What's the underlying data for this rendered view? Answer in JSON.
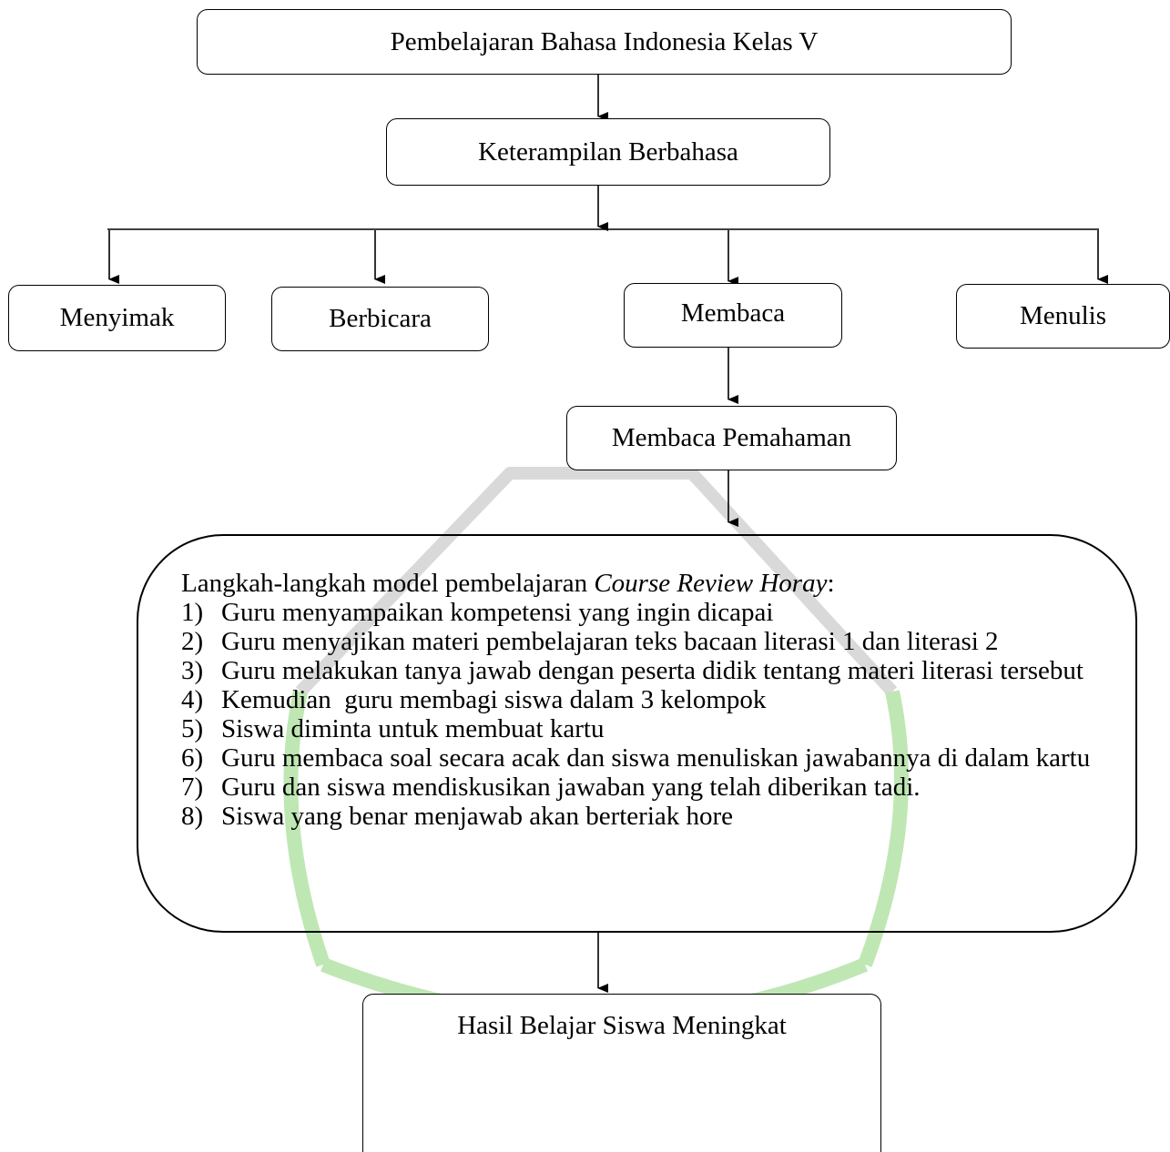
{
  "diagram": {
    "top_box": "Pembelajaran Bahasa Indonesia Kelas V",
    "skills_box": "Keterampilan Berbahasa",
    "branches": [
      {
        "label": "Menyimak"
      },
      {
        "label": "Berbicara"
      },
      {
        "label": "Membaca"
      },
      {
        "label": "Menulis"
      }
    ],
    "reading_box": "Membaca Pemahaman",
    "steps": {
      "title_prefix": "Langkah-langkah model pembelajaran ",
      "title_italic": "Course Review Horay",
      "title_suffix": ":",
      "items": [
        {
          "num": "1)",
          "text": "Guru menyampaikan kompetensi yang ingin dicapai"
        },
        {
          "num": "2)",
          "text": "Guru menyajikan materi pembelajaran teks bacaan literasi 1 dan literasi 2"
        },
        {
          "num": "3)",
          "text": "Guru melakukan tanya jawab dengan peserta didik tentang materi literasi tersebut"
        },
        {
          "num": "4)",
          "text": "Kemudian  guru membagi siswa dalam 3 kelompok"
        },
        {
          "num": "5)",
          "text": "Siswa diminta untuk membuat kartu"
        },
        {
          "num": "6)",
          "text": "Guru membaca soal secara acak dan siswa menuliskan jawabannya di dalam kartu"
        },
        {
          "num": "7)",
          "text": "Guru dan siswa mendiskusikan jawaban yang telah diberikan tadi."
        },
        {
          "num": "8)",
          "text": "Siswa yang benar menjawab akan berteriak hore"
        }
      ]
    },
    "result_box": "Hasil Belajar Siswa Meningkat"
  },
  "colors": {
    "line": "#000000",
    "watermark_green": "#bfe7b4",
    "watermark_gray": "#d9d9d9"
  }
}
